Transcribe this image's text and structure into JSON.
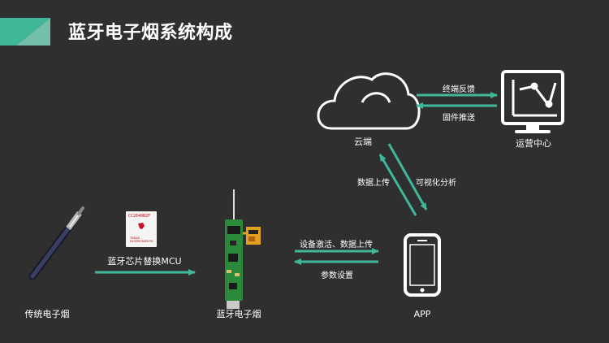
{
  "title": "蓝牙电子烟系统构成",
  "nodes": {
    "cloud": "云端",
    "ops_center": "运营中心",
    "traditional_ecig": "传统电子烟",
    "bt_ecig": "蓝牙电子烟",
    "app": "APP"
  },
  "edges": {
    "terminal_feedback": "终端反馈",
    "firmware_push": "固件推送",
    "data_upload": "数据上传",
    "visual_analysis": "可视化分析",
    "device_activation": "设备激活、数据上传",
    "param_setting": "参数设置",
    "chip_replace": "蓝牙芯片替换MCU"
  },
  "chip": {
    "part_number": "CC2640R2F",
    "vendor_line1": "TEXAS",
    "vendor_line2": "INSTRUMENTS"
  },
  "colors": {
    "accent": "#3fb89a",
    "background": "#2f2f2f",
    "ti_red": "#c8102e"
  }
}
